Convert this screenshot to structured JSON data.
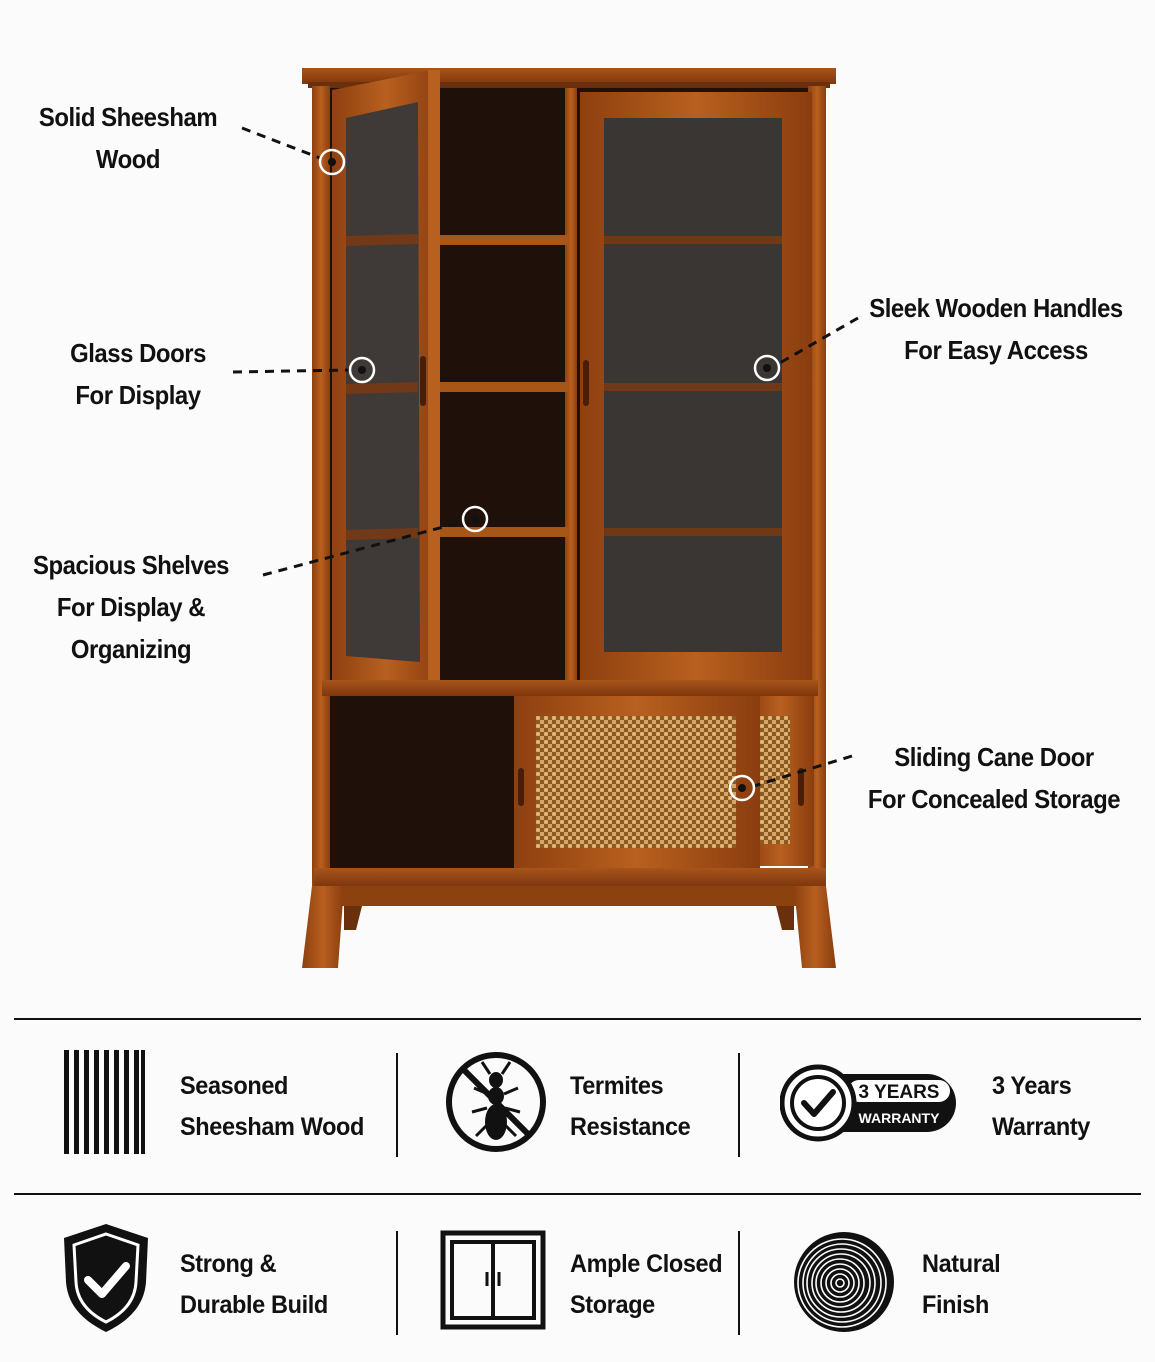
{
  "callouts": {
    "solid_wood": [
      "Solid Sheesham",
      "Wood"
    ],
    "glass_doors": [
      "Glass Doors",
      "For Display"
    ],
    "shelves": [
      "Spacious Shelves",
      "For Display &",
      "Organizing"
    ],
    "handles": [
      "Sleek Wooden Handles",
      "For Easy Access"
    ],
    "cane_door": [
      "Sliding Cane Door",
      "For Concealed Storage"
    ]
  },
  "features": {
    "row1": [
      {
        "icon": "wood-grain-icon",
        "lines": [
          "Seasoned",
          "Sheesham Wood"
        ]
      },
      {
        "icon": "termite-icon",
        "lines": [
          "Termites",
          "Resistance"
        ]
      },
      {
        "icon": "warranty-badge-icon",
        "lines": [
          "3 Years",
          "Warranty"
        ],
        "badge": {
          "top": "3 YEARS",
          "bottom": "WARRANTY"
        }
      }
    ],
    "row2": [
      {
        "icon": "shield-check-icon",
        "lines": [
          "Strong &",
          "Durable Build"
        ]
      },
      {
        "icon": "cabinet-doors-icon",
        "lines": [
          "Ample Closed",
          "Storage"
        ]
      },
      {
        "icon": "tree-rings-icon",
        "lines": [
          "Natural",
          "Finish"
        ]
      }
    ]
  },
  "colors": {
    "wood": "#9a4a14",
    "wood_light": "#b85f1e",
    "wood_dark": "#6a2f0c",
    "glass": "#3a3634",
    "interior": "#1f110a",
    "cane": "#c99a55",
    "ink": "#111111"
  }
}
